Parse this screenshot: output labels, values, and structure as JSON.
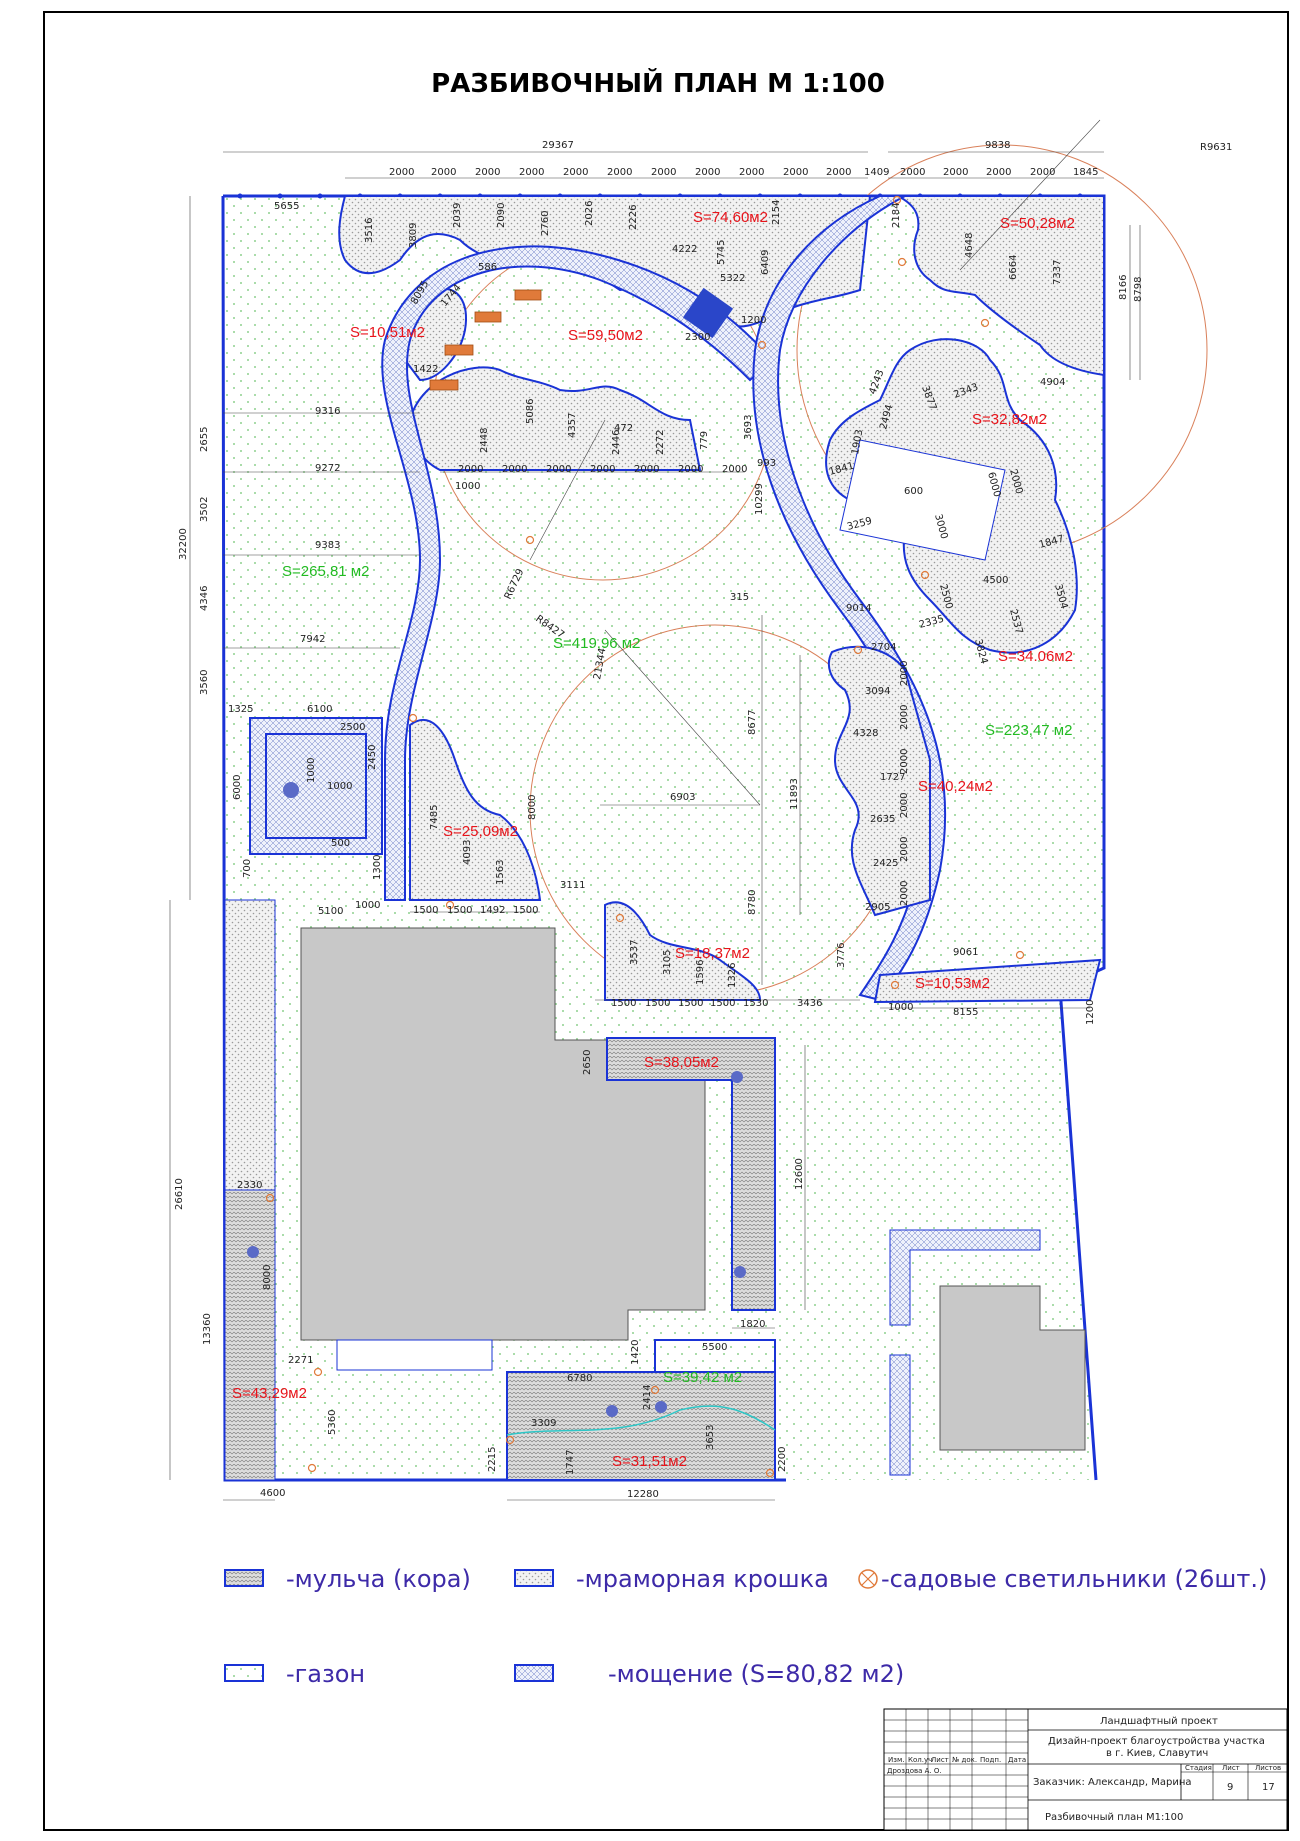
{
  "title": "РАЗБИВОЧНЫЙ ПЛАН М 1:100",
  "areas": {
    "a7460": "S=74,60м2",
    "a5028": "S=50,28м2",
    "a1051": "S=10,51м2",
    "a5950": "S=59,50м2",
    "a3282": "S=32,82м2",
    "a26581": "S=265,81 м2",
    "a41996": "S=419,96 м2",
    "a3406": "S=34.06м2",
    "a22347": "S=223,47 м2",
    "a4024": "S=40,24м2",
    "a2509": "S=25,09м2",
    "a1837": "S=18,37м2",
    "a1053": "S=10,53м2",
    "a3805": "S=38,05м2",
    "a4329": "S=43,29м2",
    "a3942": "S=39,42 м2",
    "a3151": "S=31,51м2"
  },
  "dims": {
    "top_total": "29367",
    "top_right": "9838",
    "d2000": "2000",
    "d1409": "1409",
    "d1845": "1845",
    "d5655": "5655",
    "d3516": "3516",
    "d3809": "3809",
    "d2039": "2039",
    "d2090": "2090",
    "d2760": "2760",
    "d2026": "2026",
    "d2226": "2226",
    "d4222": "4222",
    "d5745": "5745",
    "d5322": "5322",
    "d6409": "6409",
    "d2154": "2154",
    "d2184": "2184",
    "d4648": "4648",
    "d6664": "6664",
    "d7337": "7337",
    "d8166": "8166",
    "d8798": "8798",
    "r9631": "R9631",
    "d4904": "4904",
    "d586": "586",
    "d8095": "8095",
    "d1744": "1744",
    "d1422": "1422",
    "d1200": "1200",
    "d2300": "2300",
    "d9316": "9316",
    "d9272": "9272",
    "d9383": "9383",
    "d7942": "7942",
    "d2655": "2655",
    "d3502": "3502",
    "d4346": "4346",
    "d3560": "3560",
    "d32200": "32200",
    "d5086": "5086",
    "d4357": "4357",
    "d2448": "2448",
    "d472": "472",
    "d2446": "2446",
    "d2272": "2272",
    "d779": "779",
    "d3693": "3693",
    "d993": "993",
    "d1000": "1000",
    "d10299": "10299",
    "r6729": "R6729",
    "r8427": "R8427",
    "d21344": "21344",
    "d315": "315",
    "d9014": "9014",
    "d4243": "4243",
    "d3877": "3877",
    "d2343": "2343",
    "d2494": "2494",
    "d1903": "1903",
    "d1841": "1841",
    "d600": "600",
    "d3000": "3000",
    "d6000": "6000",
    "d3259": "3259",
    "d1847": "1847",
    "d2500": "2500",
    "d4500": "4500",
    "d3504": "3504",
    "d2537": "2537",
    "d2335": "2335",
    "d3824": "3824",
    "d2704": "2704",
    "d3094": "3094",
    "d4328": "4328",
    "d1727": "1727",
    "d2635": "2635",
    "d2425": "2425",
    "d2905": "2905",
    "d8677": "8677",
    "d11893": "11893",
    "d6903": "6903",
    "d8780": "8780",
    "d3776": "3776",
    "d9061": "9061",
    "d8155": "8155",
    "d1325": "1325",
    "d6100": "6100",
    "d2450": "2450",
    "d500": "500",
    "d700": "700",
    "d1300": "1300",
    "d5100": "5100",
    "d1500": "1500",
    "d1492": "1492",
    "d7485": "7485",
    "d4093": "4093",
    "d1563": "1563",
    "d8000": "8000",
    "d3111": "3111",
    "d3537": "3537",
    "d3105": "3105",
    "d1596": "1596",
    "d1326": "1326",
    "d1530": "1530",
    "d3436": "3436",
    "d2650": "2650",
    "d12600": "12600",
    "d1820": "1820",
    "d2330": "2330",
    "d26610": "26610",
    "d13360": "13360",
    "d2271": "2271",
    "d5360": "5360",
    "d4600": "4600",
    "d1420": "1420",
    "d5500": "5500",
    "d6780": "6780",
    "d2414": "2414",
    "d3309": "3309",
    "d3653": "3653",
    "d2215": "2215",
    "d1747": "1747",
    "d2200": "2200",
    "d12280": "12280"
  },
  "legend": {
    "mulch": "-мульча (кора)",
    "marble": "-мраморная крошка",
    "lights": "-садовые светильники (26шт.)",
    "lawn": "-газон",
    "paving": "-мощение (S=80,82 м2)"
  },
  "title_block": {
    "project_type": "Ландшафтный проект",
    "project_name_1": "Дизайн-проект благоустройства участка",
    "project_name_2": "в г. Киев, Славутич",
    "customer": "Заказчик: Александр, Марина",
    "drawing": "Разбивочный план М1:100",
    "col_izm": "Изм.",
    "col_kol": "Кол.уч",
    "col_list": "Лист",
    "col_ndoc": "№ док.",
    "col_podp": "Подп.",
    "col_data": "Дата",
    "developer": "Дроздова А. О.",
    "stage_label": "Стадия",
    "sheet_label": "Лист",
    "sheets_label": "Листов",
    "sheet_no": "9",
    "sheets_total": "17"
  },
  "colors": {
    "outline": "#1a33d6",
    "lawn": "#8fd18f",
    "marble": "#8a8a8a",
    "building": "#c8c8c8",
    "area_red": "#e8141b",
    "area_green": "#22bb22",
    "circle": "#d9805a"
  }
}
